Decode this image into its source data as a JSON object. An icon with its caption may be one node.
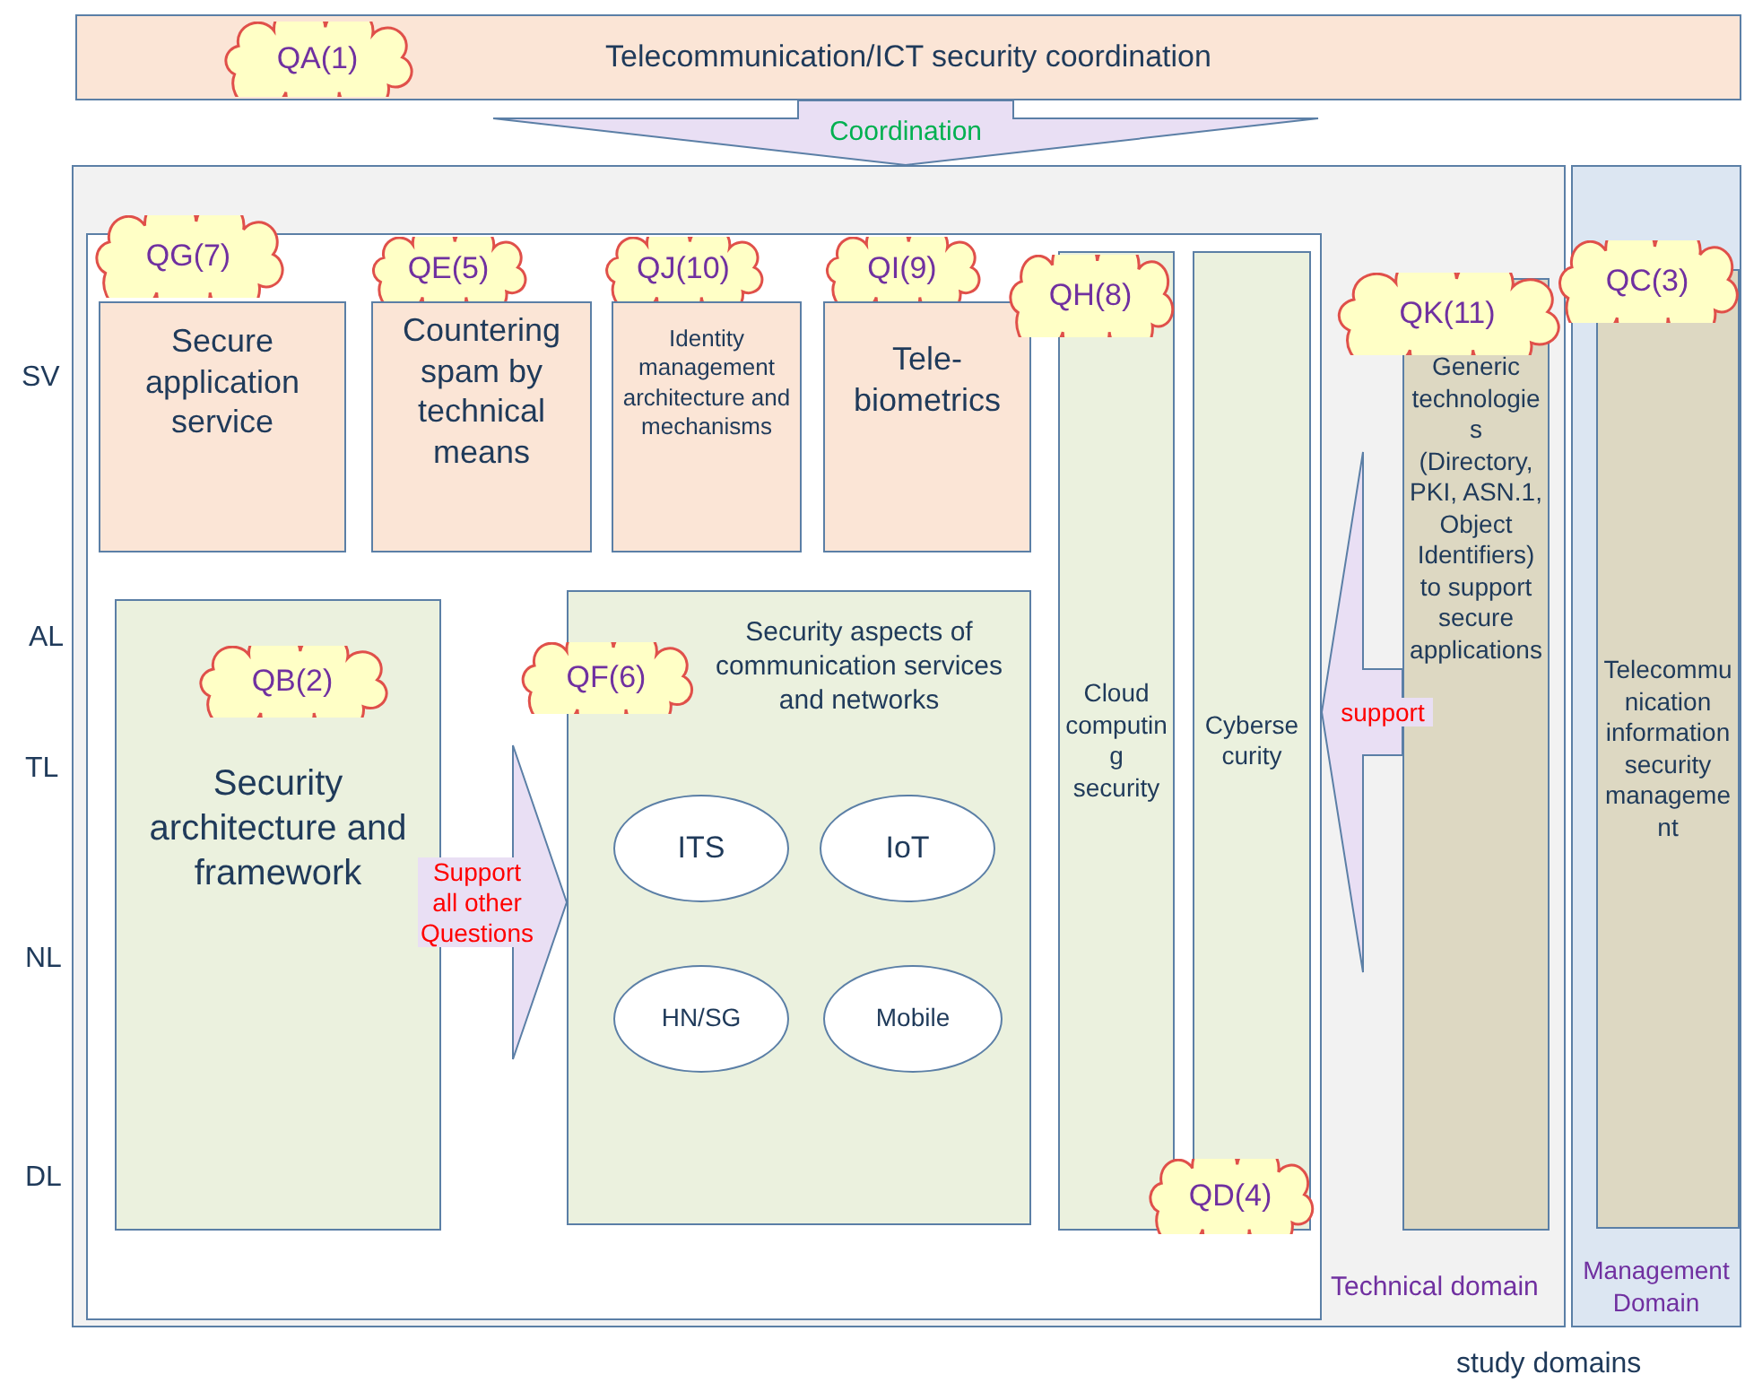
{
  "diagram": {
    "nodes": [
      {
        "text": [
          "Telecommunication/ICT security coordination"
        ]
      },
      {
        "text": [
          "QA(1)"
        ],
        "in": 0
      },
      {
        "text": [
          "Technical domain"
        ]
      },
      {
        "text": [],
        "shape": "box",
        "in": 2
      },
      {
        "text": [
          "Secure application service"
        ],
        "in": 3
      },
      {
        "text": [
          "QG(7)"
        ],
        "in": 2
      },
      {
        "text": [
          "Countering spam by technical means"
        ],
        "in": 3
      },
      {
        "text": [
          "QE(5)"
        ],
        "in": 3
      },
      {
        "text": [
          "Identity management architecture and mechanisms"
        ],
        "in": 3
      },
      {
        "text": [
          "QJ(10)"
        ],
        "in": 3
      },
      {
        "text": [
          "Tele-biometrics"
        ],
        "in": 3
      },
      {
        "text": [
          "QI(9)"
        ],
        "in": 3
      },
      {
        "text": [
          "Cloud computing security"
        ],
        "in": 3
      },
      {
        "text": [
          "QH(8)"
        ],
        "in": 3
      },
      {
        "text": [
          "Cybersecurity"
        ],
        "in": 3
      },
      {
        "text": [
          "QD(4)"
        ],
        "in": 3
      },
      {
        "text": [
          "Generic technologies (Directory, PKI, ASN.1, Object Identifiers) to support secure applications"
        ],
        "in": 2
      },
      {
        "text": [
          "QK(11)"
        ],
        "in": 2
      },
      {
        "text": [
          "Security architecture and framework"
        ],
        "in": 3
      },
      {
        "text": [
          "QB(2)"
        ],
        "in": 18
      },
      {
        "text": [
          "Security aspects of communication services and networks"
        ],
        "in": 3
      },
      {
        "text": [
          "QF(6)"
        ],
        "in": 3
      },
      {
        "text": [
          "ITS"
        ],
        "in": 20
      },
      {
        "text": [
          "IoT"
        ],
        "in": 20
      },
      {
        "text": [
          "HN/SG"
        ],
        "in": 20
      },
      {
        "text": [
          "Mobile"
        ],
        "in": 20
      },
      {
        "text": [
          "Management Domain"
        ]
      },
      {
        "text": [
          "Telecommunication information security management"
        ],
        "in": 26
      },
      {
        "text": [
          "QC(3)"
        ]
      }
    ],
    "edges": [
      {
        "from": 0,
        "to": 2,
        "arrow": "to",
        "label": "Coordination"
      },
      {
        "from": 18,
        "to": 20,
        "arrow": "to",
        "label": "Support all other Questions"
      },
      {
        "from": 16,
        "to": 3,
        "arrow": "to",
        "label": "support"
      }
    ],
    "labels": [
      "SV",
      "AL",
      "TL",
      "NL",
      "DL",
      "study domains"
    ]
  }
}
